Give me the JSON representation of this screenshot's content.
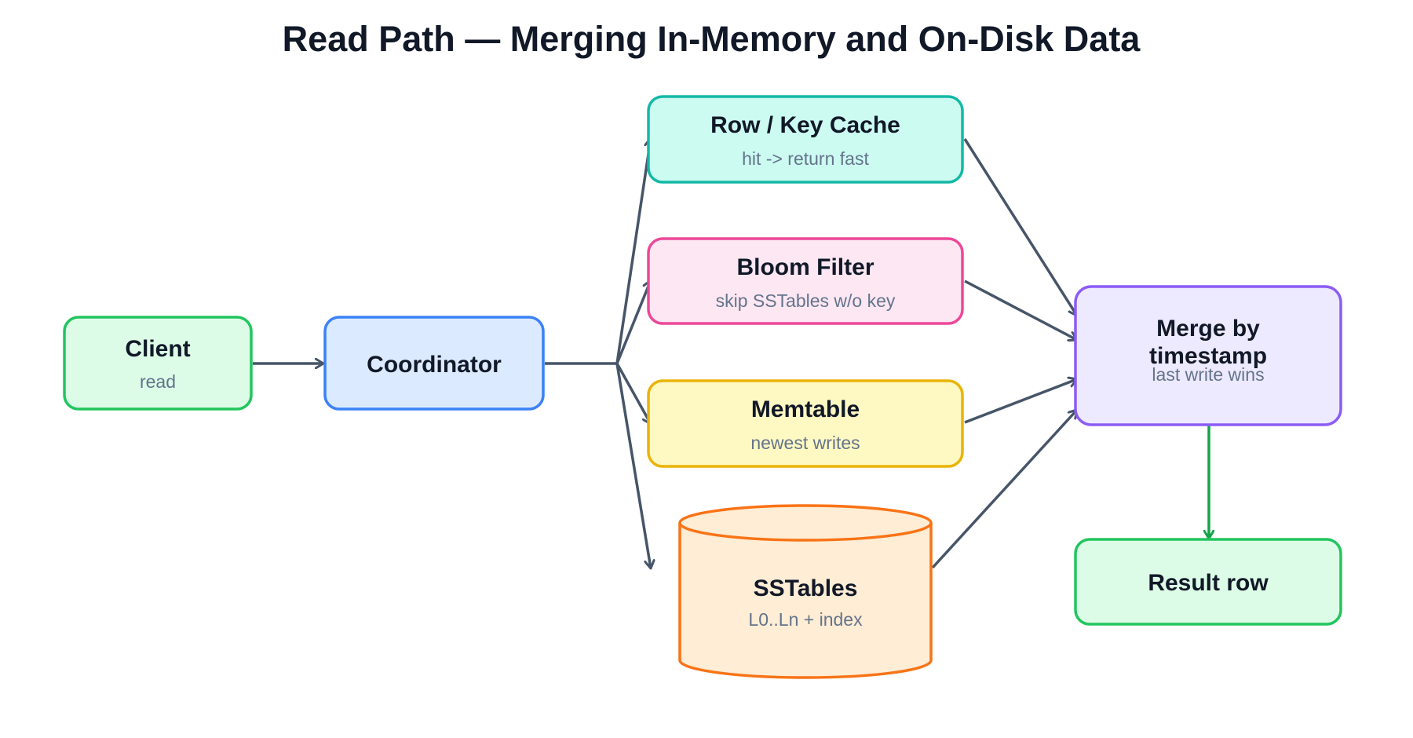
{
  "title": "Read Path — Merging In-Memory and On-Disk Data",
  "nodes": {
    "client": {
      "title": "Client",
      "sub": "read"
    },
    "coordinator": {
      "title": "Coordinator"
    },
    "cache": {
      "title": "Row / Key Cache",
      "sub": "hit -> return fast"
    },
    "bloom": {
      "title": "Bloom Filter",
      "sub": "skip SSTables w/o key"
    },
    "memtable": {
      "title": "Memtable",
      "sub": "newest writes"
    },
    "sstables": {
      "title": "SSTables",
      "sub": "L0..Ln + index"
    },
    "merge": {
      "title_line1": "Merge by",
      "title_line2": "timestamp",
      "sub": "last write wins"
    },
    "result": {
      "title": "Result row"
    }
  },
  "colors": {
    "client": {
      "fill": "#dcfce7",
      "stroke": "#22c55e"
    },
    "coordinator": {
      "fill": "#dbeafe",
      "stroke": "#3b82f6"
    },
    "cache": {
      "fill": "#ccfbf1",
      "stroke": "#14b8a6"
    },
    "bloom": {
      "fill": "#fce7f3",
      "stroke": "#ec4899"
    },
    "memtable": {
      "fill": "#fef9c3",
      "stroke": "#eab308"
    },
    "sstables": {
      "fill": "#ffedd5",
      "stroke": "#f97316"
    },
    "merge": {
      "fill": "#ede9fe",
      "stroke": "#8b5cf6"
    },
    "result": {
      "fill": "#dcfce7",
      "stroke": "#22c55e"
    },
    "edge": "#475569",
    "edge_result": "#16a34a"
  }
}
